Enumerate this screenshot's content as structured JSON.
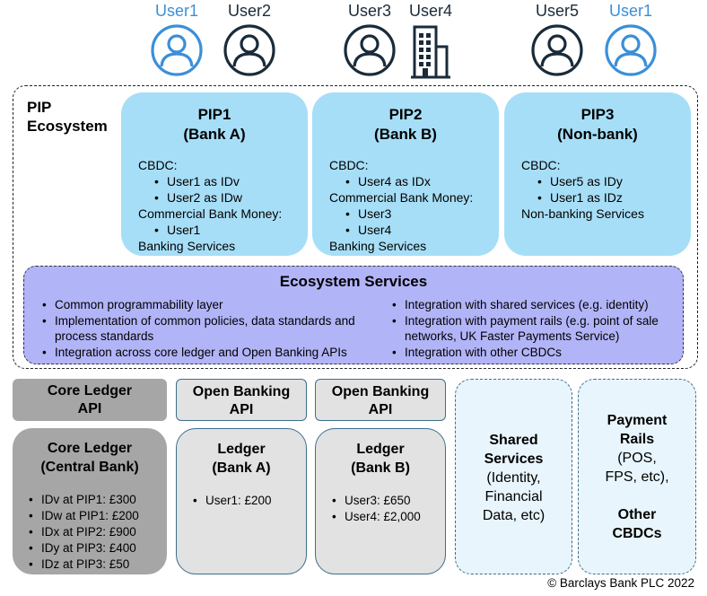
{
  "users": [
    {
      "label": "User1",
      "color": "#3a8fd9",
      "icon": "user-icon"
    },
    {
      "label": "User2",
      "color": "#1a2b3a",
      "icon": "user-icon"
    },
    {
      "label": "User3",
      "color": "#1a2b3a",
      "icon": "user-icon"
    },
    {
      "label": "User4",
      "color": "#1a2b3a",
      "icon": "building-icon"
    },
    {
      "label": "User5",
      "color": "#1a2b3a",
      "icon": "user-icon"
    },
    {
      "label": "User1",
      "color": "#3a8fd9",
      "icon": "user-icon"
    }
  ],
  "ecosystem": {
    "title_line1": "PIP",
    "title_line2": "Ecosystem"
  },
  "pips": [
    {
      "title_line1": "PIP1",
      "title_line2": "(Bank A)",
      "lines": [
        {
          "text": "CBDC:",
          "indent": false
        },
        {
          "text": "User1 as IDv",
          "indent": true
        },
        {
          "text": "User2 as IDw",
          "indent": true
        },
        {
          "text": "Commercial Bank Money:",
          "indent": false
        },
        {
          "text": "User1",
          "indent": true
        },
        {
          "text": "Banking Services",
          "indent": false
        }
      ]
    },
    {
      "title_line1": "PIP2",
      "title_line2": "(Bank B)",
      "lines": [
        {
          "text": "CBDC:",
          "indent": false
        },
        {
          "text": "User4 as IDx",
          "indent": true
        },
        {
          "text": "Commercial Bank Money:",
          "indent": false
        },
        {
          "text": "User3",
          "indent": true
        },
        {
          "text": "User4",
          "indent": true
        },
        {
          "text": "Banking Services",
          "indent": false
        }
      ]
    },
    {
      "title_line1": "PIP3",
      "title_line2": "(Non-bank)",
      "lines": [
        {
          "text": "CBDC:",
          "indent": false
        },
        {
          "text": "User5 as IDy",
          "indent": true
        },
        {
          "text": "User1 as IDz",
          "indent": true
        },
        {
          "text": "Non-banking Services",
          "indent": false
        }
      ]
    }
  ],
  "ecosystem_services": {
    "title": "Ecosystem Services",
    "left": [
      "Common programmability layer",
      "Implementation of common policies, data standards and process standards",
      "Integration across core ledger and Open Banking APIs"
    ],
    "right": [
      "Integration with shared services (e.g. identity)",
      "Integration with payment rails (e.g. point of sale networks, UK Faster Payments Service)",
      "Integration with other CBDCs"
    ]
  },
  "apis": {
    "core": {
      "line1": "Core Ledger",
      "line2": "API"
    },
    "open_a": {
      "line1": "Open Banking",
      "line2": "API"
    },
    "open_b": {
      "line1": "Open Banking",
      "line2": "API"
    }
  },
  "ledgers": {
    "central": {
      "title_line1": "Core Ledger",
      "title_line2": "(Central Bank)",
      "items": [
        "IDv at PIP1: £300",
        "IDw at PIP1: £200",
        "IDx at PIP2: £900",
        "IDy at PIP3: £400",
        "IDz at PIP3: £50"
      ]
    },
    "bank_a": {
      "title_line1": "Ledger",
      "title_line2": "(Bank A)",
      "items": [
        "User1: £200"
      ]
    },
    "bank_b": {
      "title_line1": "Ledger",
      "title_line2": "(Bank B)",
      "items": [
        "User3: £650",
        "User4: £2,000"
      ]
    }
  },
  "shared_services": {
    "title_line1": "Shared",
    "title_line2": "Services",
    "body": [
      "(Identity,",
      "Financial",
      "Data, etc)"
    ]
  },
  "payment_rails": {
    "title_line1": "Payment",
    "title_line2": "Rails",
    "body": [
      "(POS,",
      "FPS, etc),"
    ],
    "title2_line1": "Other",
    "title2_line2": "CBDCs"
  },
  "copyright": "© Barclays Bank PLC 2022"
}
